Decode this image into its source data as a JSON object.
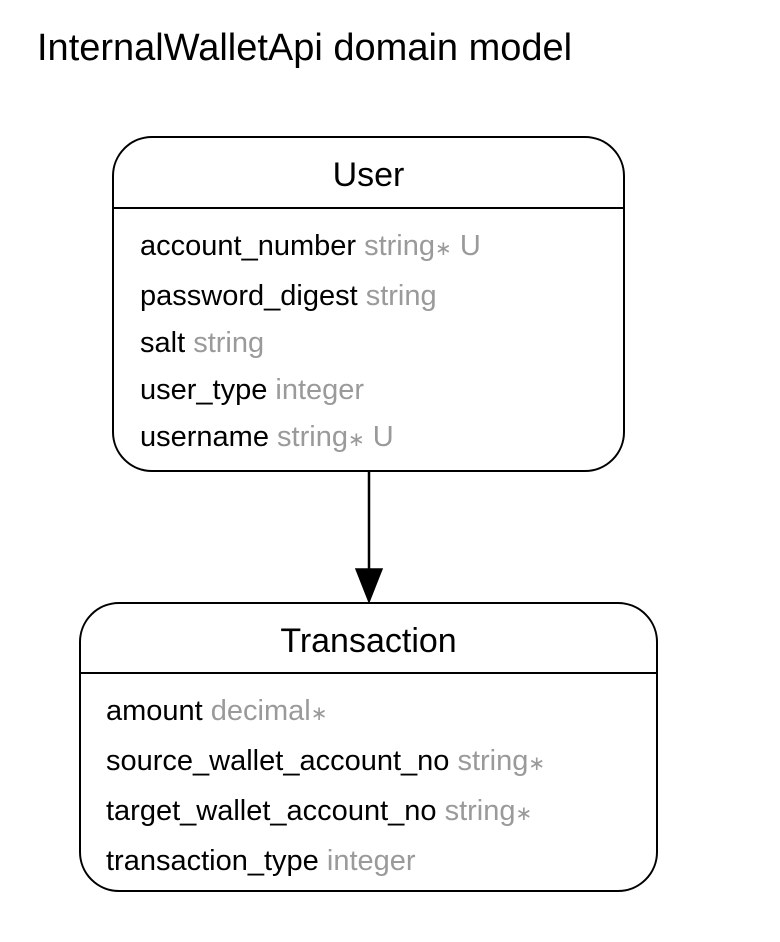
{
  "title": "InternalWalletApi domain model",
  "entities": [
    {
      "name": "User",
      "attributes": [
        {
          "name": "account_number",
          "type": "string",
          "required": "∗",
          "unique": "U"
        },
        {
          "name": "password_digest",
          "type": "string"
        },
        {
          "name": "salt",
          "type": "string"
        },
        {
          "name": "user_type",
          "type": "integer"
        },
        {
          "name": "username",
          "type": "string",
          "required": "∗",
          "unique": "U"
        }
      ]
    },
    {
      "name": "Transaction",
      "attributes": [
        {
          "name": "amount",
          "type": "decimal",
          "required": "∗"
        },
        {
          "name": "source_wallet_account_no",
          "type": "string",
          "required": "∗"
        },
        {
          "name": "target_wallet_account_no",
          "type": "string",
          "required": "∗"
        },
        {
          "name": "transaction_type",
          "type": "integer"
        }
      ]
    }
  ],
  "relationships": [
    {
      "from": "User",
      "to": "Transaction"
    }
  ],
  "colors": {
    "text": "#000000",
    "type_text": "#9a9a9a",
    "border": "#000000",
    "background": "#ffffff"
  }
}
